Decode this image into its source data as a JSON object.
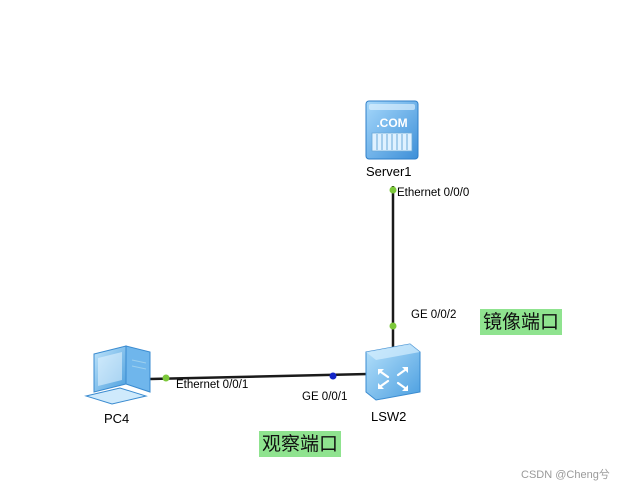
{
  "nodes": {
    "server": {
      "name": "Server1",
      "badge": ".COM"
    },
    "switch": {
      "name": "LSW2"
    },
    "pc": {
      "name": "PC4"
    }
  },
  "ports": {
    "server_eth": "Ethernet 0/0/0",
    "switch_ge2": "GE 0/0/2",
    "pc_eth": "Ethernet 0/0/1",
    "switch_ge1": "GE 0/0/1"
  },
  "annotations": {
    "mirror_port": "镜像端口",
    "observe_port": "观察端口"
  },
  "watermark": "CSDN @Cheng兮",
  "colors": {
    "link": "#1a1a1a",
    "port_up": "#7cc83a",
    "port_observe": "#1426c8",
    "annotation_bg": "#8fe38f",
    "device_blue": "#5aaee8"
  }
}
